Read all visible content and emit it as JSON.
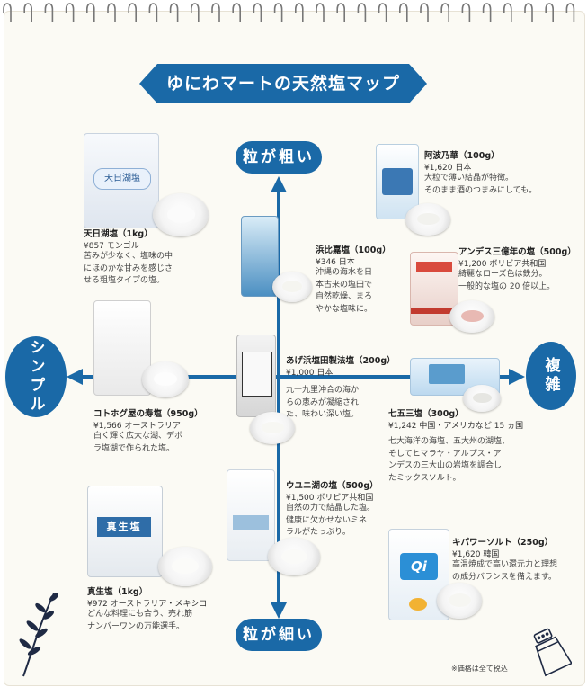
{
  "title": "ゆにわマートの天然塩マップ",
  "axes": {
    "top": "粒が粗い",
    "bottom": "粒が細い",
    "left": "シンプル",
    "right": "複雑"
  },
  "products": [
    {
      "id": "tenbi",
      "name": "天日湖塩（1kg）",
      "price": "¥857 モンゴル",
      "desc": [
        "苦みが少なく、塩味の中",
        "にほのかな甘みを感じさ",
        "せる粗塩タイプの塩。"
      ],
      "package_text": "天日湖塩"
    },
    {
      "id": "hamahiga",
      "name": "浜比嘉塩（100g）",
      "price": "¥346 日本",
      "desc": [
        "沖縄の海水を日",
        "本古来の塩田で",
        "自然乾燥、まろ",
        "やかな塩味に。"
      ]
    },
    {
      "id": "ahaha",
      "name": "阿波乃華（100g）",
      "price": "¥1,620 日本",
      "desc": [
        "大粒で薄い結晶が特徴。",
        "そのまま酒のつまみにしても。"
      ]
    },
    {
      "id": "andes",
      "name": "アンデス三億年の塩（500g）",
      "price": "¥1,200 ボリビア共和国",
      "desc": [
        "綺麗なローズ色は鉄分。",
        "一般的な塩の 20 倍以上。"
      ]
    },
    {
      "id": "agehama",
      "name": "あげ浜塩田製法塩（200g）",
      "price": "¥1,000 日本",
      "desc": [
        "九十九里沖合の海か",
        "らの恵みが凝縮され",
        "た、味わい深い塩。"
      ]
    },
    {
      "id": "kotohogi",
      "name": "コトホグ屋の寿塩（950g）",
      "price": "¥1,566 オーストラリア",
      "desc": [
        "白く輝く広大な湖、デボ",
        "ラ塩湖で作られた塩。"
      ]
    },
    {
      "id": "shichigosan",
      "name": "七五三塩（300g）",
      "price": "¥1,242 中国・アメリカなど 15 ヵ国",
      "desc": [
        "七大海洋の海塩、五大州の湖塩、",
        "そしてヒマラヤ・アルプス・ア",
        "ンデスの三大山の岩塩を調合し",
        "たミックスソルト。"
      ]
    },
    {
      "id": "uyuni",
      "name": "ウユニ湖の塩（500g）",
      "price": "¥1,500 ボリビア共和国",
      "desc": [
        "自然の力で結晶した塩。",
        "健康に欠かせないミネ",
        "ラルがたっぷり。"
      ]
    },
    {
      "id": "mase",
      "name": "真生塩（1kg）",
      "price": "¥972 オーストラリア・メキシコ",
      "desc": [
        "どんな料理にも合う、売れ筋",
        "ナンバーワンの万能選手。"
      ],
      "package_text": "真生塩"
    },
    {
      "id": "kipower",
      "name": "キパワーソルト（250g）",
      "price": "¥1,620 韓国",
      "desc": [
        "高温焼成で高い還元力と理想",
        "の成分バランスを備えます。"
      ],
      "package_text": "Qi"
    }
  ],
  "footnote": "※価格は全て税込",
  "colors": {
    "accent": "#1a69a7",
    "paper": "#fbfaf4"
  }
}
